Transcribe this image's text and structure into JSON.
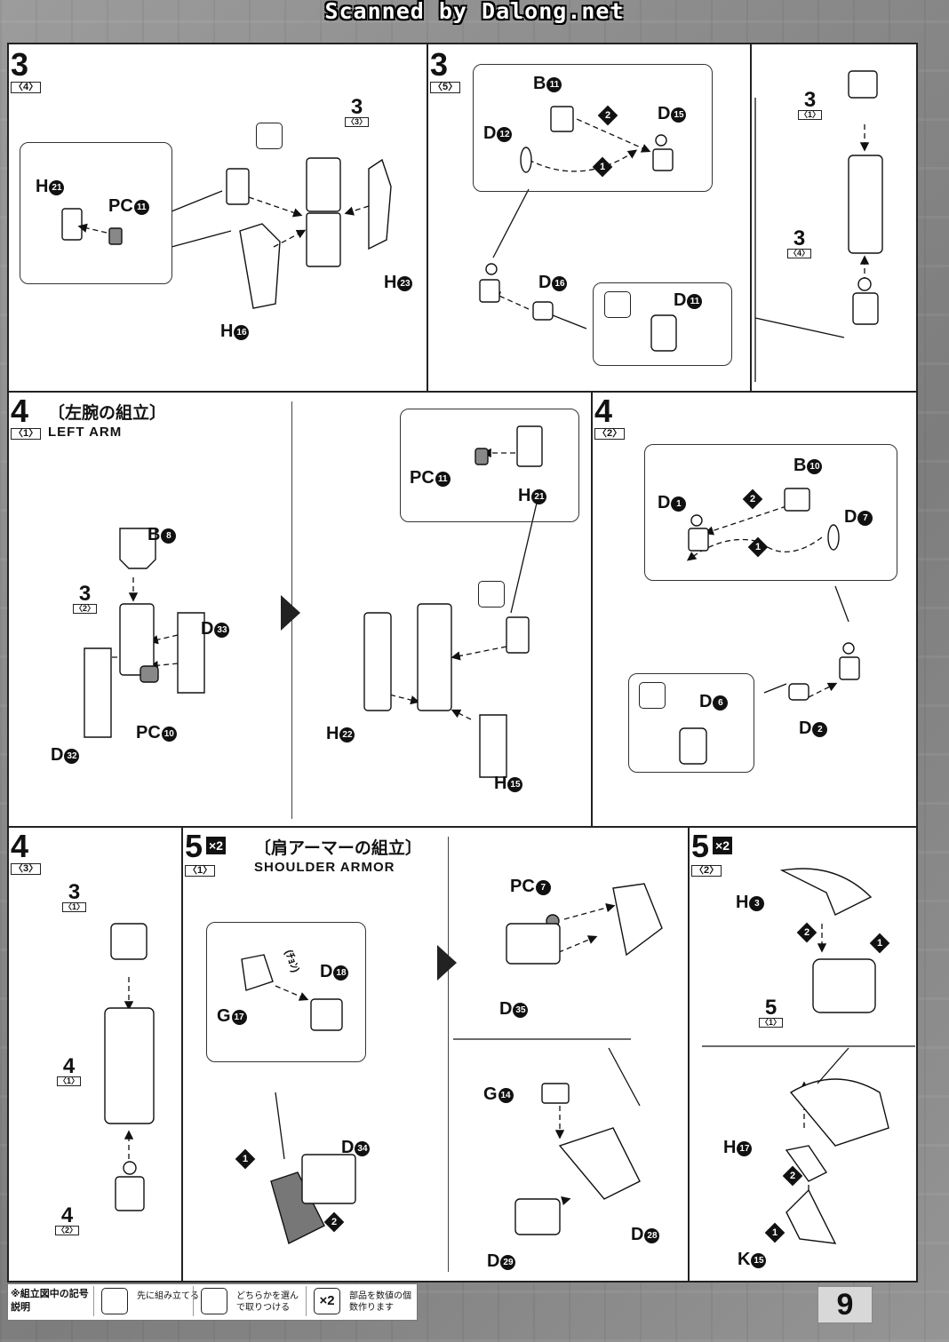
{
  "header": {
    "scanner_credit": "Scanned by Dalong.net"
  },
  "colors": {
    "ink": "#111111",
    "paper": "#ffffff",
    "background": "#8e8e8e"
  },
  "panels": {
    "p1": {
      "step": "3",
      "sub": "〈4〉",
      "ref": {
        "n": "3",
        "s": "〈3〉"
      },
      "labels": [
        "H",
        "PC",
        "H",
        "H"
      ],
      "nums": [
        "21",
        "11",
        "23",
        "16"
      ]
    },
    "p2": {
      "step": "3",
      "sub": "〈5〉",
      "labels": [
        "B",
        "D",
        "D",
        "D",
        "D"
      ],
      "nums": [
        "11",
        "12",
        "15",
        "16",
        "11"
      ]
    },
    "p3": {
      "ref1": {
        "n": "3",
        "s": "〈1〉"
      },
      "ref2": {
        "n": "3",
        "s": "〈4〉"
      }
    },
    "p4": {
      "step": "4",
      "sub": "〈1〉",
      "title": "〔左腕の組立〕",
      "subtitle": "LEFT ARM",
      "ref": {
        "n": "3",
        "s": "〈2〉"
      },
      "labels": [
        "B",
        "D",
        "PC",
        "D",
        "PC",
        "H",
        "H",
        "H"
      ],
      "nums": [
        "8",
        "33",
        "10",
        "32",
        "11",
        "21",
        "22",
        "15"
      ]
    },
    "p5": {
      "step": "4",
      "sub": "〈2〉",
      "labels": [
        "B",
        "D",
        "D",
        "D",
        "D"
      ],
      "nums": [
        "10",
        "1",
        "7",
        "6",
        "2"
      ]
    },
    "p6": {
      "step": "4",
      "sub": "〈3〉",
      "ref1": {
        "n": "3",
        "s": "〈1〉"
      },
      "ref2": {
        "n": "4",
        "s": "〈1〉"
      },
      "ref3": {
        "n": "4",
        "s": "〈2〉"
      }
    },
    "p7": {
      "step": "5",
      "sub": "〈1〉",
      "mult": "×2",
      "title": "〔肩アーマーの組立〕",
      "subtitle": "SHOULDER ARMOR",
      "cut": "(ﾁｮﾝ)",
      "labels": [
        "G",
        "D",
        "D",
        "PC",
        "D",
        "G",
        "D",
        "D"
      ],
      "nums": [
        "17",
        "18",
        "34",
        "7",
        "35",
        "14",
        "28",
        "29"
      ]
    },
    "p8": {
      "step": "5",
      "sub": "〈2〉",
      "mult": "×2",
      "ref": {
        "n": "5",
        "s": "〈1〉"
      },
      "labels": [
        "H",
        "H",
        "K"
      ],
      "nums": [
        "3",
        "17",
        "15"
      ]
    }
  },
  "legend": {
    "title": "※組立図中の記号説明",
    "items": [
      {
        "icon": "first-assemble-icon",
        "text": "先に組み立てる"
      },
      {
        "icon": "choose-one-icon",
        "text": "どちらかを選んで取りつける"
      },
      {
        "icon": "make-multiple-icon",
        "mark": "×2",
        "text": "部品を数値の個数作ります"
      }
    ]
  },
  "page_number": "9"
}
